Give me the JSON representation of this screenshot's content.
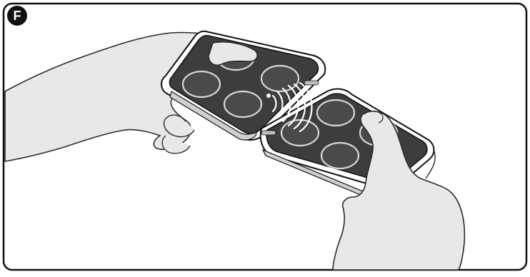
{
  "figure": {
    "step_label": "F",
    "colors": {
      "frame_stroke": "#111111",
      "skin_fill": "#e8e8e8",
      "skin_stroke": "#2a2a2a",
      "remote_body": "#ffffff",
      "remote_face": "#3d3d3d",
      "button_fill": "#4a4a4a",
      "button_stroke": "#d8d8d8",
      "signal_wave": "#ffffff"
    },
    "icons": {
      "left_remote": "remote-control-4-button",
      "right_remote": "remote-control-4-button",
      "signal": "wireless-signal-waves"
    }
  }
}
